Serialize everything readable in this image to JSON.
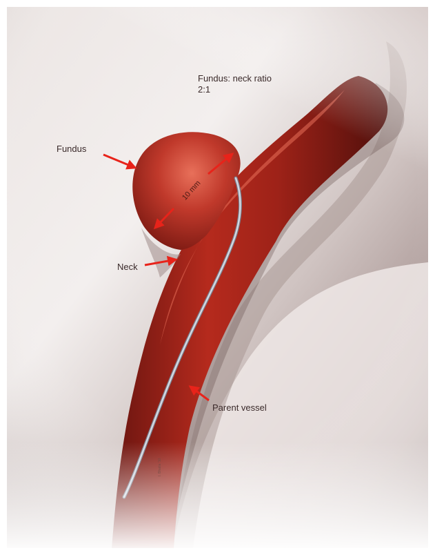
{
  "labels": {
    "ratio_line1": "Fundus: neck ratio",
    "ratio_line2": "2:1",
    "fundus": "Fundus",
    "neck": "Neck",
    "parent_vessel": "Parent vessel",
    "measurement": "10 mm"
  },
  "signature": "I. Bhatia '10",
  "colors": {
    "vessel": "#b52a1d",
    "vessel_dark": "#5e1410",
    "vessel_highlight": "#e8705a",
    "arrow": "#e8231a",
    "catheter": "#c7cbd6",
    "background_light": "#f1eceb",
    "background_dark": "#9b8784",
    "text": "#3a2a2a"
  }
}
